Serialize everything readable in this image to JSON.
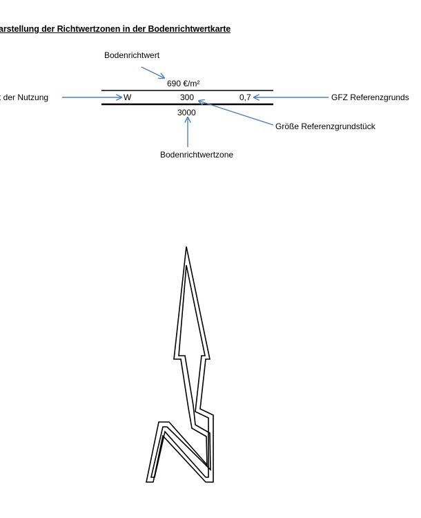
{
  "title": "arstellung der Richtwertzonen in der Bodenrichtwertkarte",
  "diagram": {
    "label_bodenrichtwert": "Bodenrichtwert",
    "value_price": "690 €/m²",
    "label_nutzung": "t der Nutzung",
    "value_use": "W",
    "value_size": "300",
    "value_gfz": "0,7",
    "label_gfz": "GFZ  Referenzgrunds",
    "value_zone": "3000",
    "label_groesse": "Größe Referenzgrundstück",
    "label_zone": "Bodenrichtwertzone"
  },
  "colors": {
    "arrow": "#4f81bd",
    "line": "#000000"
  },
  "icons": [
    "north-arrow-icon"
  ]
}
